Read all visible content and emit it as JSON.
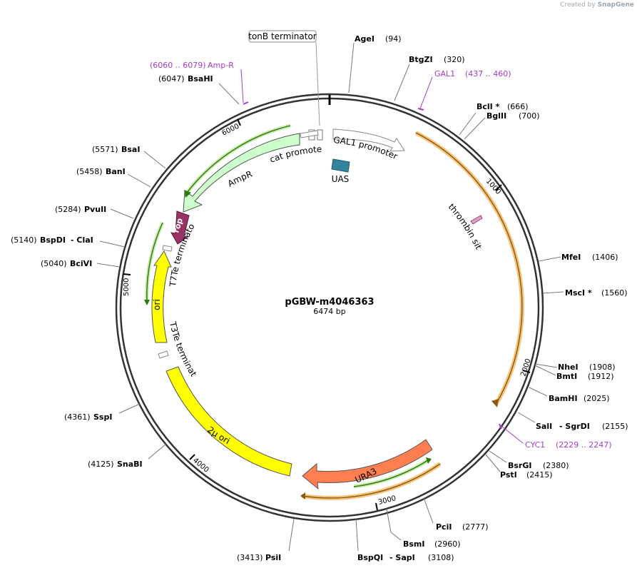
{
  "plasmid": {
    "name": "pGBW-m4046363",
    "length_label": "6474 bp",
    "length_bp": 6474
  },
  "credit": {
    "prefix": "Created by",
    "brand": "SnapGene"
  },
  "ticks": [
    {
      "bp": 1000,
      "label": "1000"
    },
    {
      "bp": 2000,
      "label": "2000"
    },
    {
      "bp": 3000,
      "label": "3000"
    },
    {
      "bp": 4000,
      "label": "4000"
    },
    {
      "bp": 5000,
      "label": "5000"
    },
    {
      "bp": 6000,
      "label": "6000"
    }
  ],
  "sites": [
    {
      "name": "AgeI",
      "pos": "(94)"
    },
    {
      "name": "BtgZI",
      "pos": "(320)"
    },
    {
      "name": "BclI *",
      "pos": "(666)"
    },
    {
      "name": "BglII",
      "pos": "(700)"
    },
    {
      "name": "MfeI",
      "pos": "(1406)"
    },
    {
      "name": "MscI *",
      "pos": "(1560)"
    },
    {
      "name": "NheI",
      "pos": "(1908)"
    },
    {
      "name": "BmtI",
      "pos": "(1912)"
    },
    {
      "name": "BamHI",
      "pos": "(2025)"
    },
    {
      "name": "SalI",
      "name2": "- SgrDI",
      "pos": "(2155)"
    },
    {
      "name": "BsrGI",
      "pos": "(2380)"
    },
    {
      "name": "PstI",
      "pos": "(2415)"
    },
    {
      "name": "PciI",
      "pos": "(2777)"
    },
    {
      "name": "BsmI",
      "pos": "(2960)"
    },
    {
      "name": "BspQI",
      "name2": "- SapI",
      "pos": "(3108)"
    },
    {
      "name": "PsiI",
      "pos": "(3413)"
    },
    {
      "name": "SnaBI",
      "pos": "(4125)"
    },
    {
      "name": "SspI",
      "pos": "(4361)"
    },
    {
      "name": "BciVI",
      "pos": "(5040)"
    },
    {
      "name": "BspDI",
      "name2": "- ClaI",
      "pos": "(5140)"
    },
    {
      "name": "PvuII",
      "pos": "(5284)"
    },
    {
      "name": "BanI",
      "pos": "(5458)"
    },
    {
      "name": "BsaI",
      "pos": "(5571)"
    },
    {
      "name": "BsaHI",
      "pos": "(6047)"
    }
  ],
  "primers": [
    {
      "name": "GAL1",
      "range": "(437 .. 460)"
    },
    {
      "name": "CYC1",
      "range": "(2229 .. 2247)"
    },
    {
      "name": "Amp-R",
      "range": "(6060 .. 6079)"
    }
  ],
  "features": {
    "tonB": "tonB terminator",
    "gal1_promoter": "GAL1 promoter",
    "uas": "UAS",
    "thrombin": "thrombin site",
    "cat_promoter": "cat promoter",
    "ampr": "AmpR",
    "rop": "rop",
    "t7te": "T7Te terminator",
    "ori": "ori",
    "t3te": "T3Te terminator",
    "two_mu": "2μ ori",
    "ura3": "URA3"
  },
  "colors": {
    "backbone": "#333333",
    "primer": "#a33ccc",
    "orange_orf": "#f5b041",
    "green_orf": "#79c142",
    "ampr_fill": "#ccffcc",
    "ori_fill": "#ffff00",
    "rop_fill": "#993366",
    "ura3_fill": "#ff7f50",
    "uas_fill": "#31849b"
  }
}
